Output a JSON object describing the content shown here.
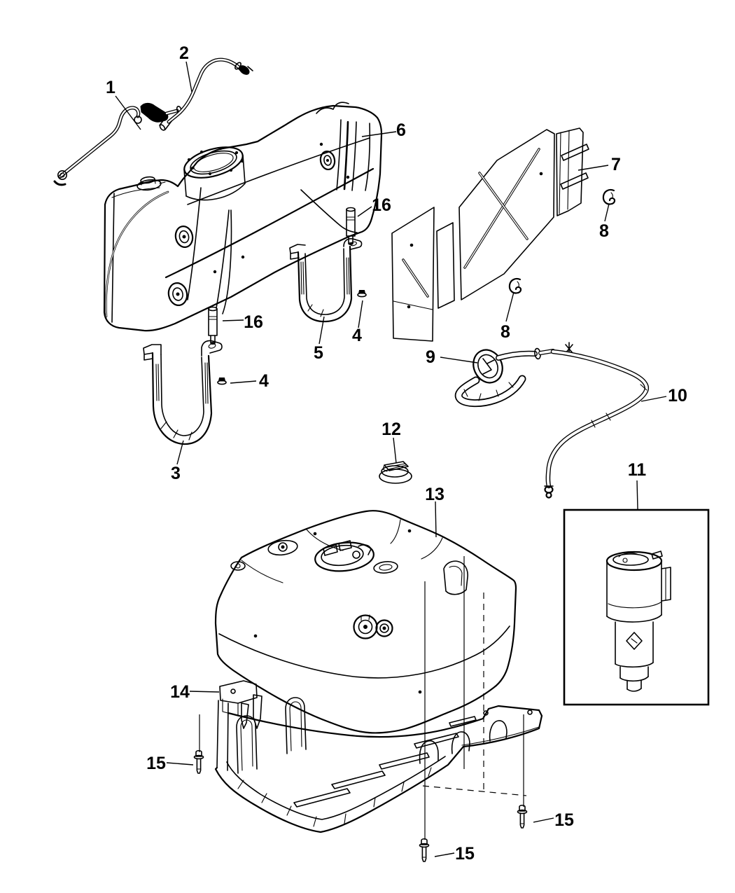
{
  "diagram": {
    "bg_color": "#ffffff",
    "line_color": "#000000"
  },
  "callouts": [
    {
      "part": "1"
    },
    {
      "part": "2"
    },
    {
      "part": "6"
    },
    {
      "part": "7"
    },
    {
      "part": "8"
    },
    {
      "part": "8"
    },
    {
      "part": "16"
    },
    {
      "part": "16"
    },
    {
      "part": "5"
    },
    {
      "part": "4"
    },
    {
      "part": "4"
    },
    {
      "part": "3"
    },
    {
      "part": "9"
    },
    {
      "part": "10"
    },
    {
      "part": "11"
    },
    {
      "part": "12"
    },
    {
      "part": "13"
    },
    {
      "part": "14"
    },
    {
      "part": "15"
    },
    {
      "part": "15"
    },
    {
      "part": "15"
    }
  ]
}
